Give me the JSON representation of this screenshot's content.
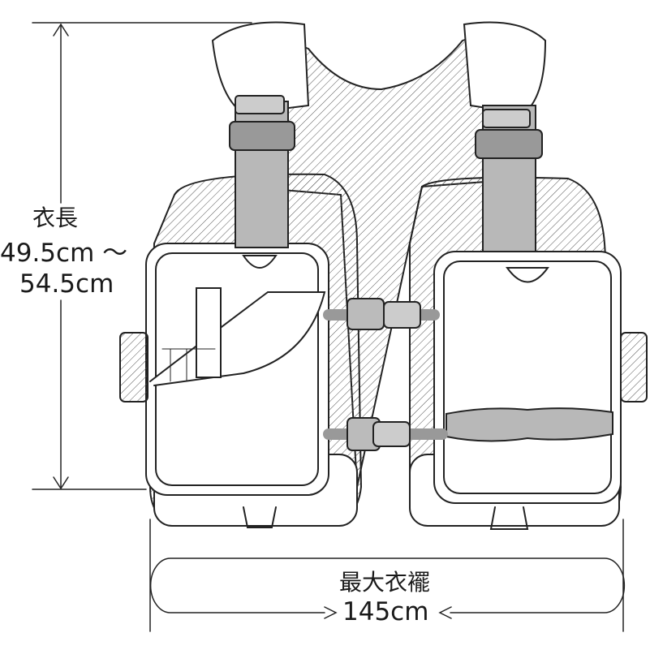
{
  "dimensions": {
    "length": {
      "label": "衣長",
      "min": "49.5cm ～",
      "max": "54.5cm"
    },
    "hem": {
      "label": "最大衣襬",
      "value": "145cm"
    }
  },
  "colors": {
    "line": "#222222",
    "strap_fill": "#b8b8b8",
    "background": "#ffffff"
  }
}
